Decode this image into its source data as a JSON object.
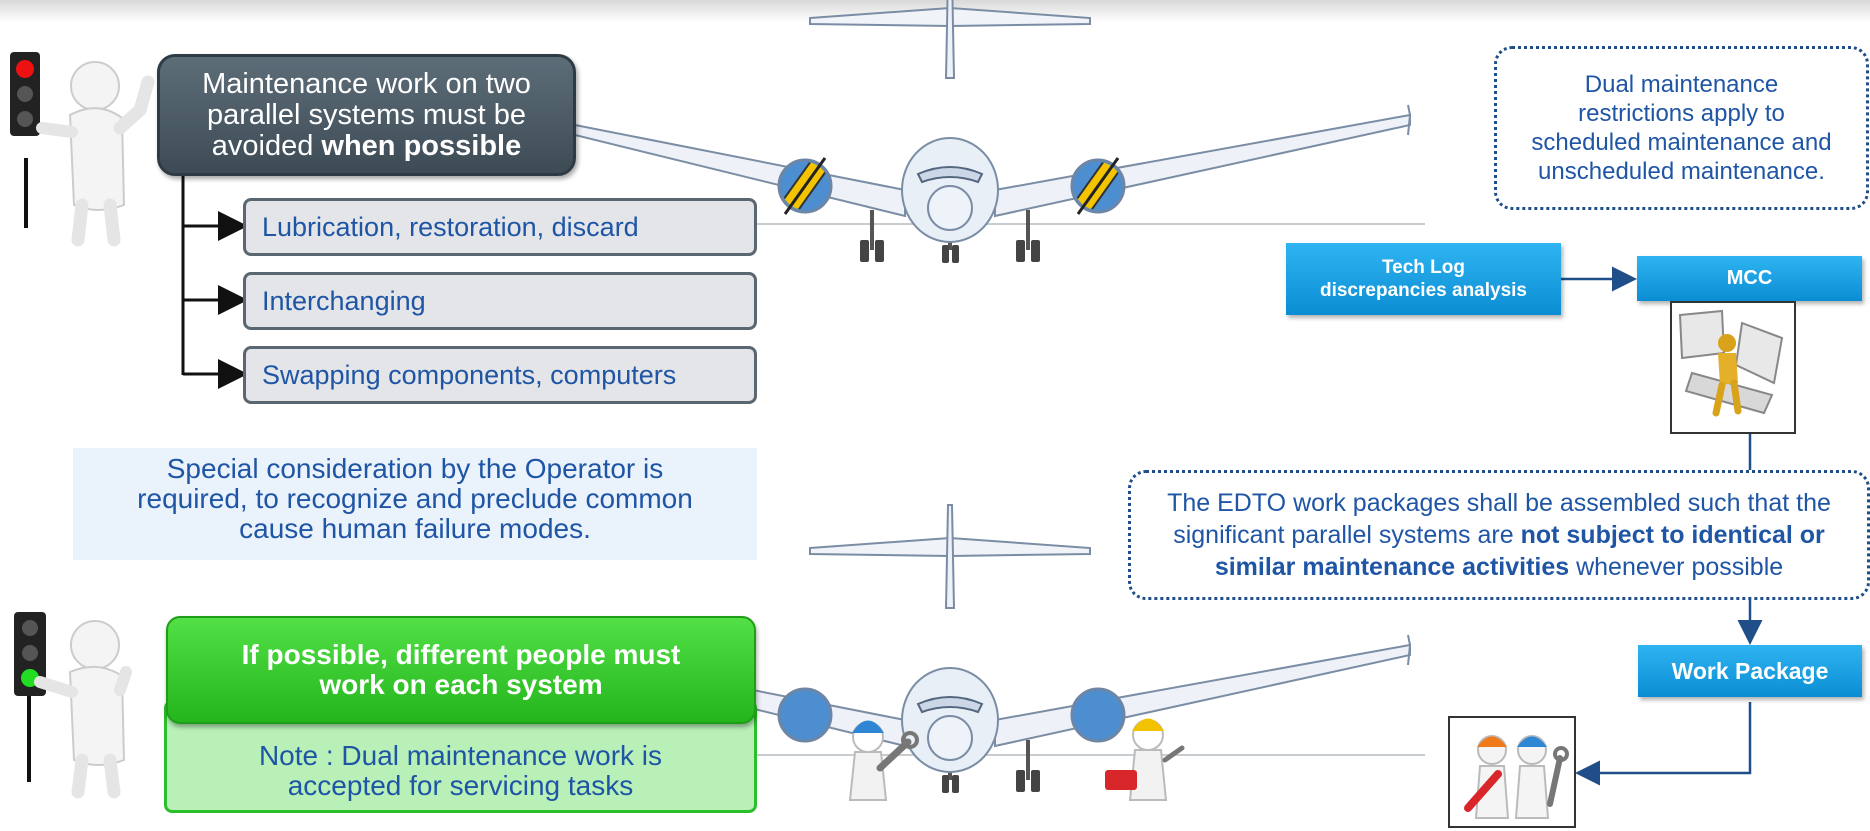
{
  "top_section": {
    "signal_state": "red",
    "main_box": {
      "line1": "Maintenance work on two",
      "line2": "parallel  systems must be",
      "line3_plain": "avoided ",
      "line3_bold": "when possible"
    },
    "items": [
      {
        "label": "Lubrication, restoration, discard"
      },
      {
        "label": "Interchanging"
      },
      {
        "label": "Swapping components, computers"
      }
    ]
  },
  "special_note": {
    "line1": "Special consideration by the Operator is",
    "line2": "required, to recognize and preclude common",
    "line3": "cause human failure modes."
  },
  "bottom_section": {
    "signal_state": "green",
    "green_box": {
      "line1": "If possible, different people must",
      "line2": "work on each system"
    },
    "note": {
      "line1": "Note : Dual maintenance work is",
      "line2": "accepted for servicing tasks"
    }
  },
  "restrictions_box": {
    "line1": "Dual maintenance",
    "line2": "restrictions apply to",
    "line3": "scheduled maintenance and",
    "line4": "unscheduled maintenance."
  },
  "flow": {
    "tech_log": {
      "line1": "Tech Log",
      "line2": "discrepancies analysis"
    },
    "mcc": {
      "label": "MCC"
    },
    "edto_box": {
      "line1": "The EDTO work packages shall be assembled such that the",
      "line2_plain": "significant parallel systems are ",
      "line2_bold": "not subject to identical or",
      "line3_bold": "similar maintenance activities",
      "line3_plain": " whenever possible"
    },
    "work_package": {
      "label": "Work Package"
    }
  },
  "colors": {
    "accent_blue": "#1f55a5",
    "dark_box": "#4a5963",
    "green": "#2ec626",
    "button_blue": "#1a9fe0"
  }
}
